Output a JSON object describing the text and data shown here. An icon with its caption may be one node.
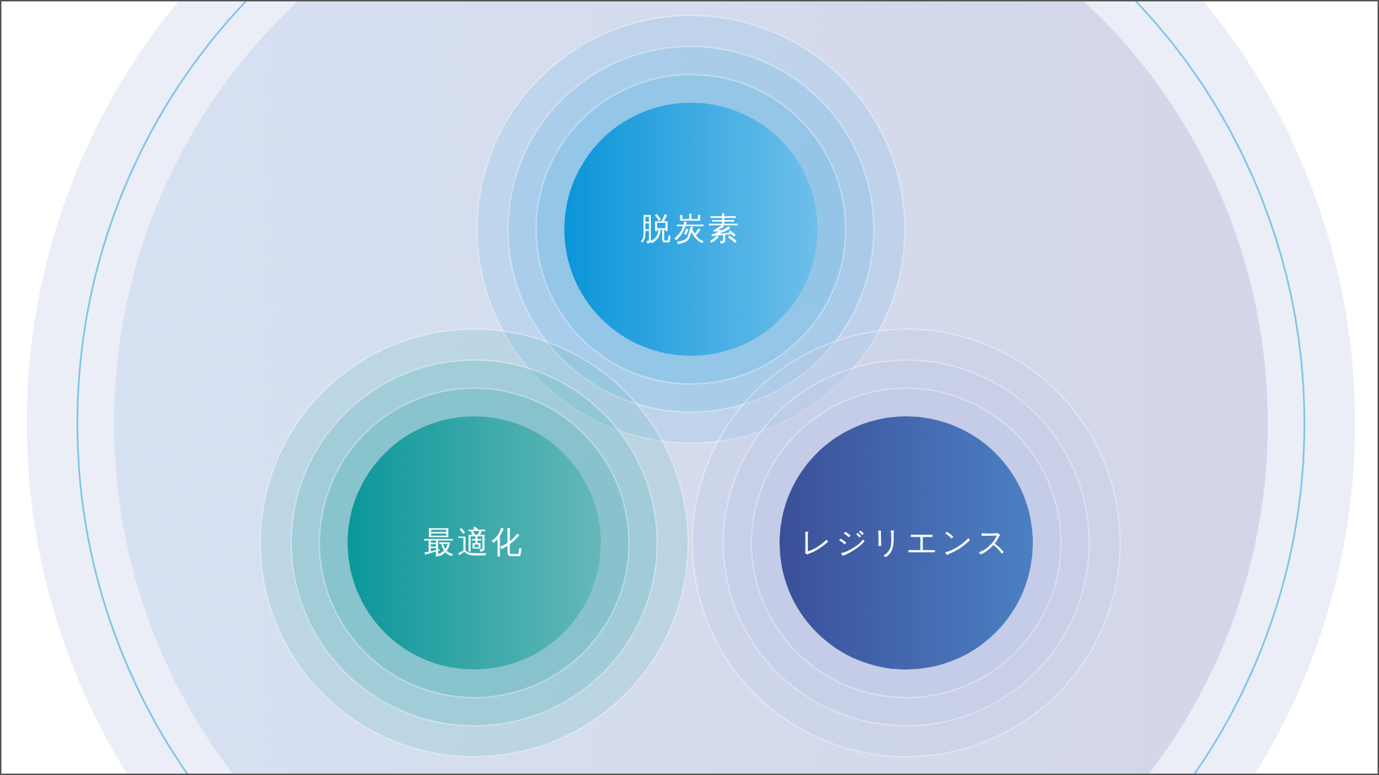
{
  "diagram": {
    "nodes": [
      {
        "text": [
          "脱炭素"
        ]
      },
      {
        "text": [
          "最適化"
        ]
      },
      {
        "text": [
          "レジリエンス"
        ]
      }
    ],
    "edges": []
  }
}
